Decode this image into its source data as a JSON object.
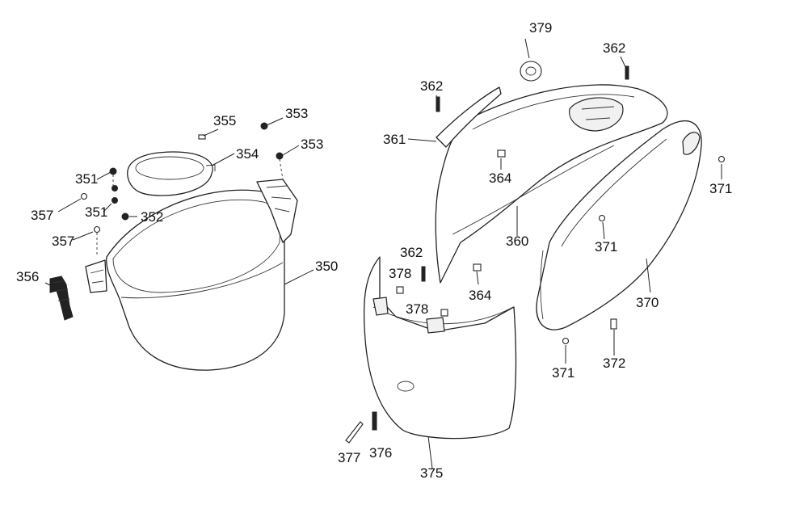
{
  "callouts": [
    {
      "id": "c379",
      "text": "379"
    },
    {
      "id": "c362a",
      "text": "362"
    },
    {
      "id": "c362b",
      "text": "362"
    },
    {
      "id": "c362c",
      "text": "362"
    },
    {
      "id": "c355",
      "text": "355"
    },
    {
      "id": "c353a",
      "text": "353"
    },
    {
      "id": "c353b",
      "text": "353"
    },
    {
      "id": "c354",
      "text": "354"
    },
    {
      "id": "c351a",
      "text": "351"
    },
    {
      "id": "c351b",
      "text": "351"
    },
    {
      "id": "c357a",
      "text": "357"
    },
    {
      "id": "c357b",
      "text": "357"
    },
    {
      "id": "c352",
      "text": "352"
    },
    {
      "id": "c350",
      "text": "350"
    },
    {
      "id": "c356",
      "text": "356"
    },
    {
      "id": "c361",
      "text": "361"
    },
    {
      "id": "c364a",
      "text": "364"
    },
    {
      "id": "c364b",
      "text": "364"
    },
    {
      "id": "c360",
      "text": "360"
    },
    {
      "id": "c371a",
      "text": "371"
    },
    {
      "id": "c371b",
      "text": "371"
    },
    {
      "id": "c371c",
      "text": "371"
    },
    {
      "id": "c370",
      "text": "370"
    },
    {
      "id": "c378a",
      "text": "378"
    },
    {
      "id": "c378b",
      "text": "378"
    },
    {
      "id": "c372",
      "text": "372"
    },
    {
      "id": "c377",
      "text": "377"
    },
    {
      "id": "c376",
      "text": "376"
    },
    {
      "id": "c375",
      "text": "375"
    }
  ]
}
